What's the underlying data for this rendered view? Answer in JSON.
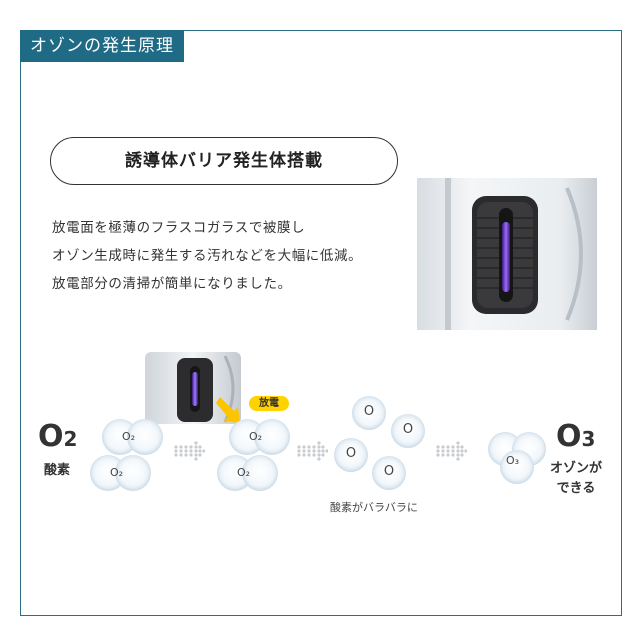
{
  "header": {
    "title": "オゾンの発生原理"
  },
  "feature": {
    "heading": "誘導体バリア発生体搭載"
  },
  "description": {
    "lines": [
      "放電面を極薄のフラスコガラスで被膜し",
      "オゾン生成時に発生する汚れなどを大幅に低減。",
      "放電部分の清掃が簡単になりました。"
    ]
  },
  "diagram": {
    "o2_formula": "O",
    "o2_sub": "2",
    "o2_label": "酸素",
    "o2_molecule": "O₂",
    "discharge_label": "放電",
    "o_atom": "O",
    "split_note": "酸素がバラバラに",
    "o3_formula": "O",
    "o3_sub": "3",
    "o3_molecule": "O₃",
    "o3_label_line1": "オゾンが",
    "o3_label_line2": "できる"
  },
  "colors": {
    "accent": "#1f6a84",
    "callout": "#ffd200",
    "uv_glow": "#7a3cff"
  }
}
